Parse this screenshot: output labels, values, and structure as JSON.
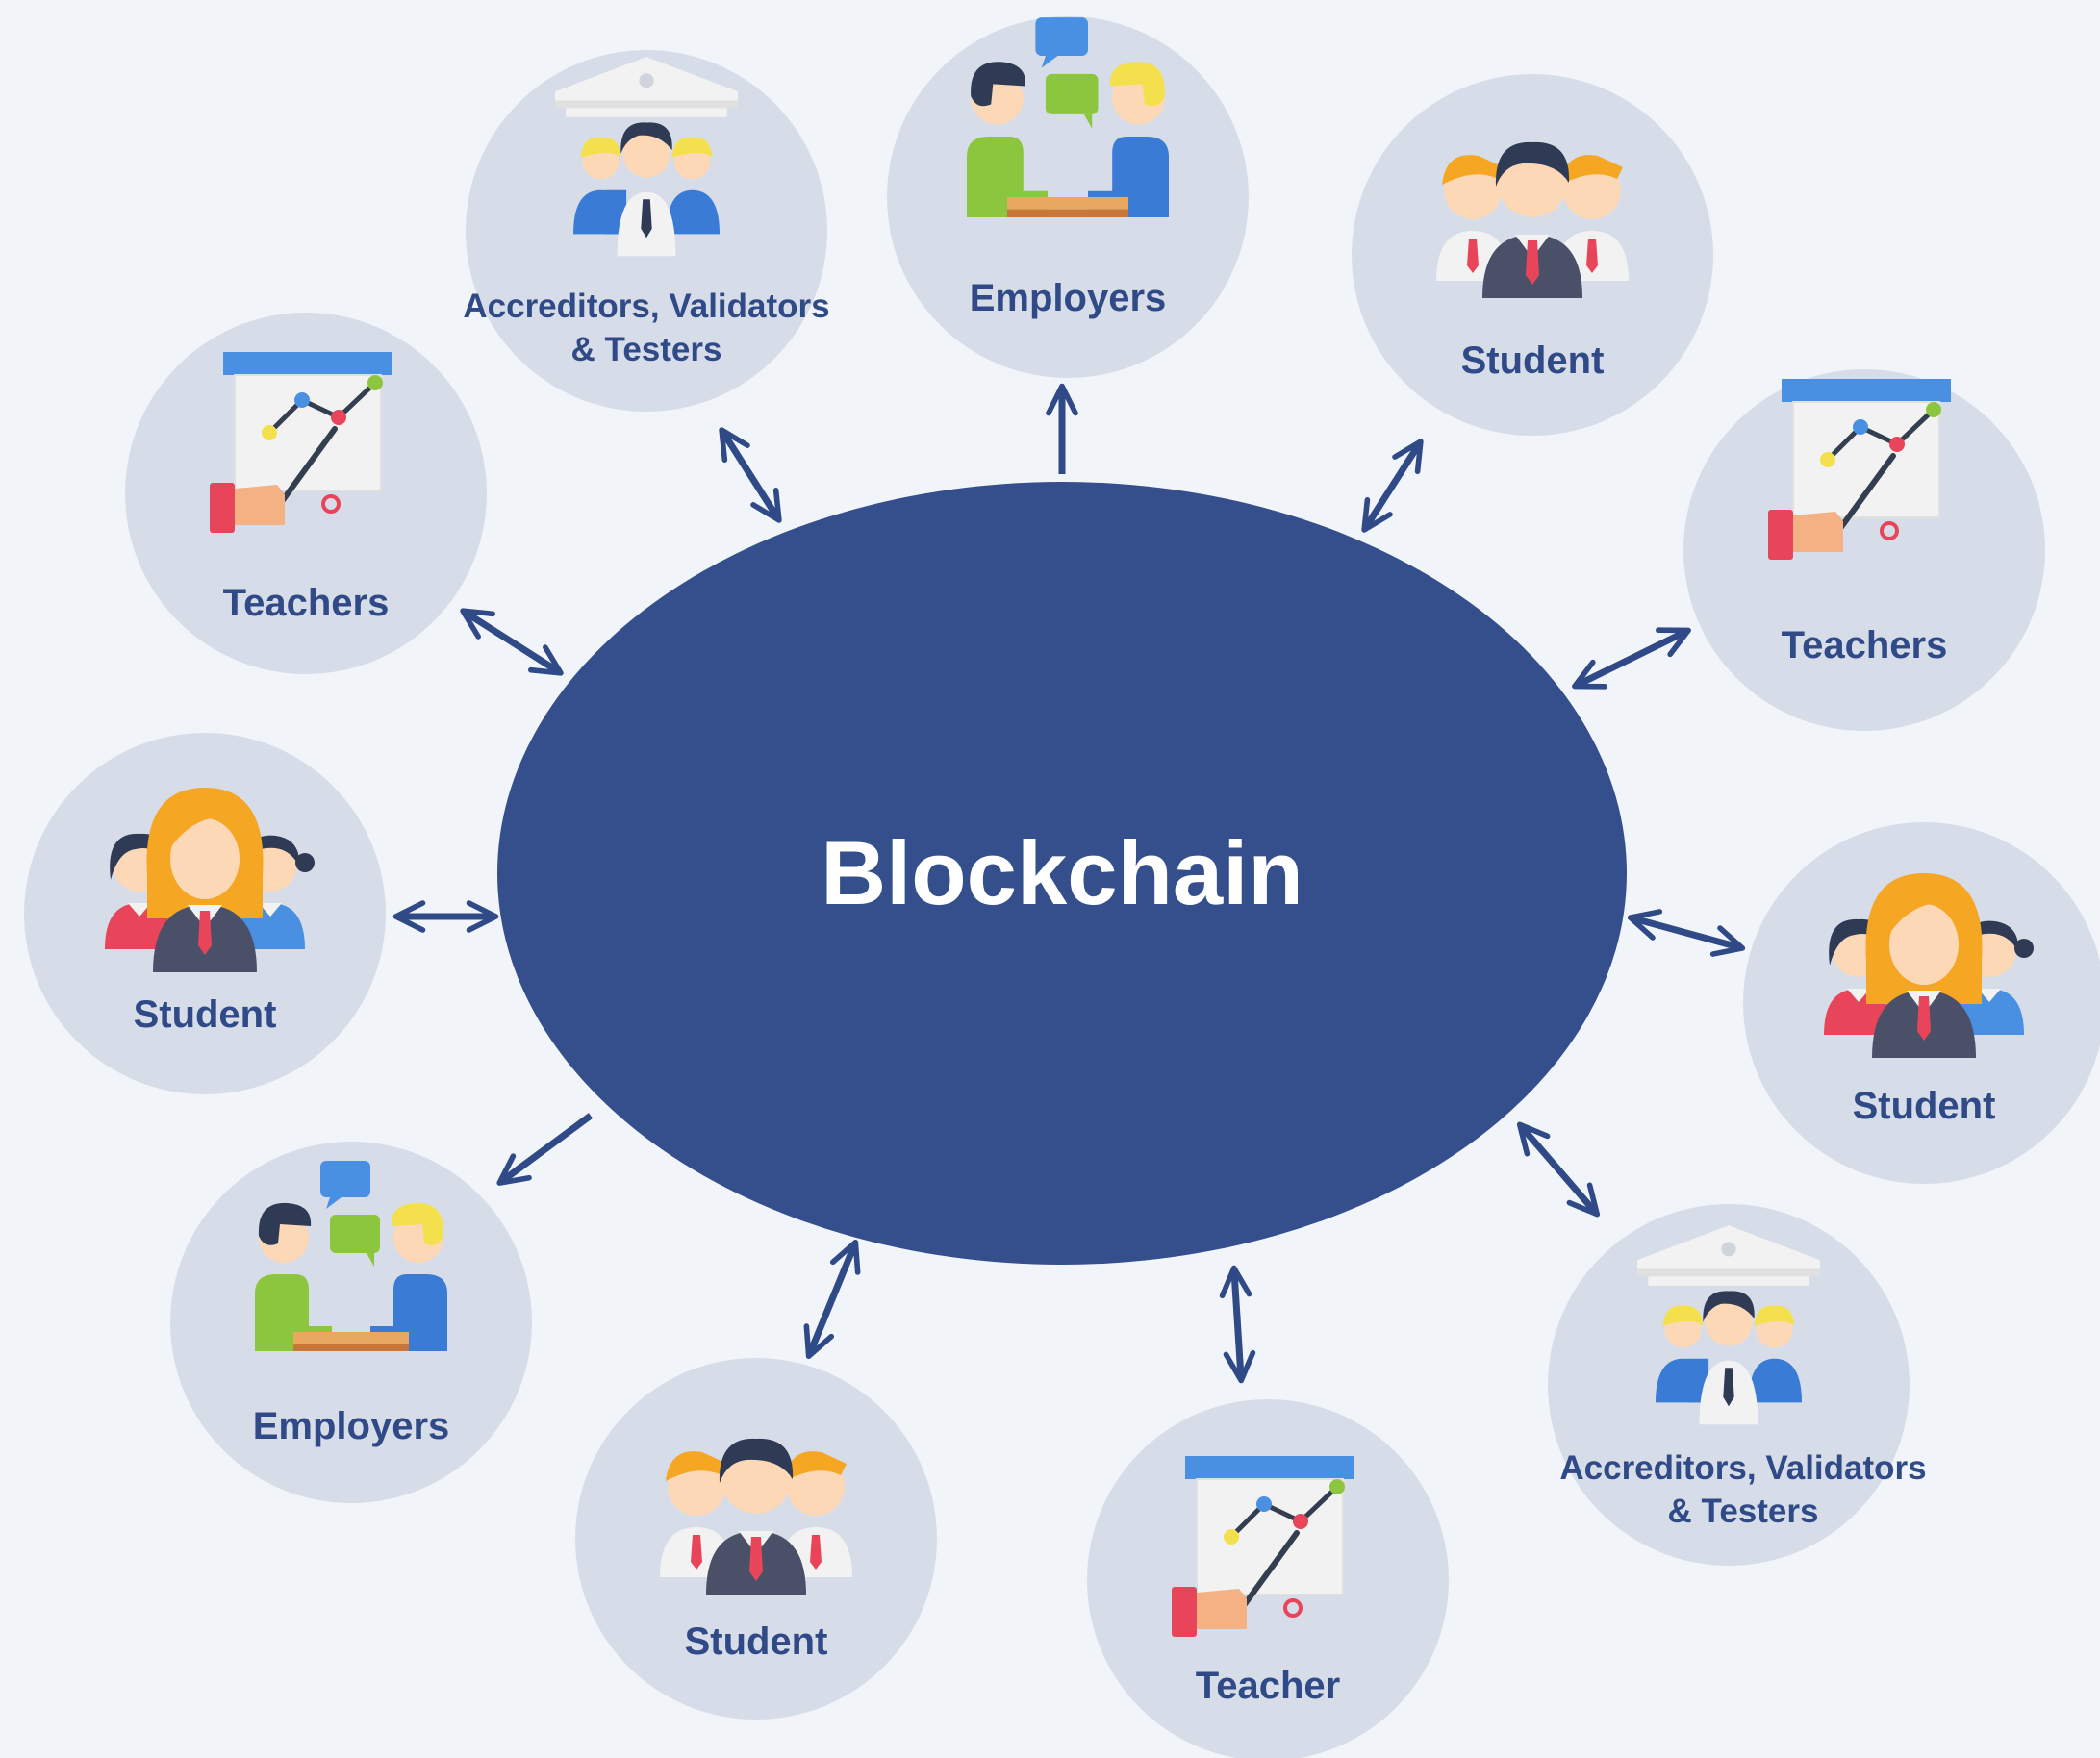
{
  "center": {
    "label": "Blockchain"
  },
  "colors": {
    "background": "#f1f5fa",
    "center_fill": "#354f8c",
    "node_fill": "#d7dde8",
    "label": "#2f4a86",
    "arrow": "#2f4a86"
  },
  "nodes": [
    {
      "id": "accreditors-top",
      "icon": "institution-icon",
      "label_lines": [
        "Accreditors, Validators",
        "& Testers"
      ],
      "arrow": "both"
    },
    {
      "id": "employers-top",
      "icon": "meeting-icon",
      "label_lines": [
        "Employers"
      ],
      "arrow": "out"
    },
    {
      "id": "student-top-right",
      "icon": "student-group-male-icon",
      "label_lines": [
        "Student"
      ],
      "arrow": "both"
    },
    {
      "id": "teachers-right",
      "icon": "presentation-icon",
      "label_lines": [
        "Teachers"
      ],
      "arrow": "both"
    },
    {
      "id": "student-right",
      "icon": "student-group-female-icon",
      "label_lines": [
        "Student"
      ],
      "arrow": "both"
    },
    {
      "id": "accreditors-bottom",
      "icon": "institution-icon",
      "label_lines": [
        "Accreditors, Validators",
        "& Testers"
      ],
      "arrow": "both"
    },
    {
      "id": "teacher-bottom",
      "icon": "presentation-icon",
      "label_lines": [
        "Teacher"
      ],
      "arrow": "both"
    },
    {
      "id": "student-bottom",
      "icon": "student-group-male-icon",
      "label_lines": [
        "Student"
      ],
      "arrow": "both"
    },
    {
      "id": "employers-bottom-left",
      "icon": "meeting-icon",
      "label_lines": [
        "Employers"
      ],
      "arrow": "out"
    },
    {
      "id": "student-left",
      "icon": "student-group-female-icon",
      "label_lines": [
        "Student"
      ],
      "arrow": "both"
    },
    {
      "id": "teachers-left",
      "icon": "presentation-icon",
      "label_lines": [
        "Teachers"
      ],
      "arrow": "both"
    }
  ]
}
